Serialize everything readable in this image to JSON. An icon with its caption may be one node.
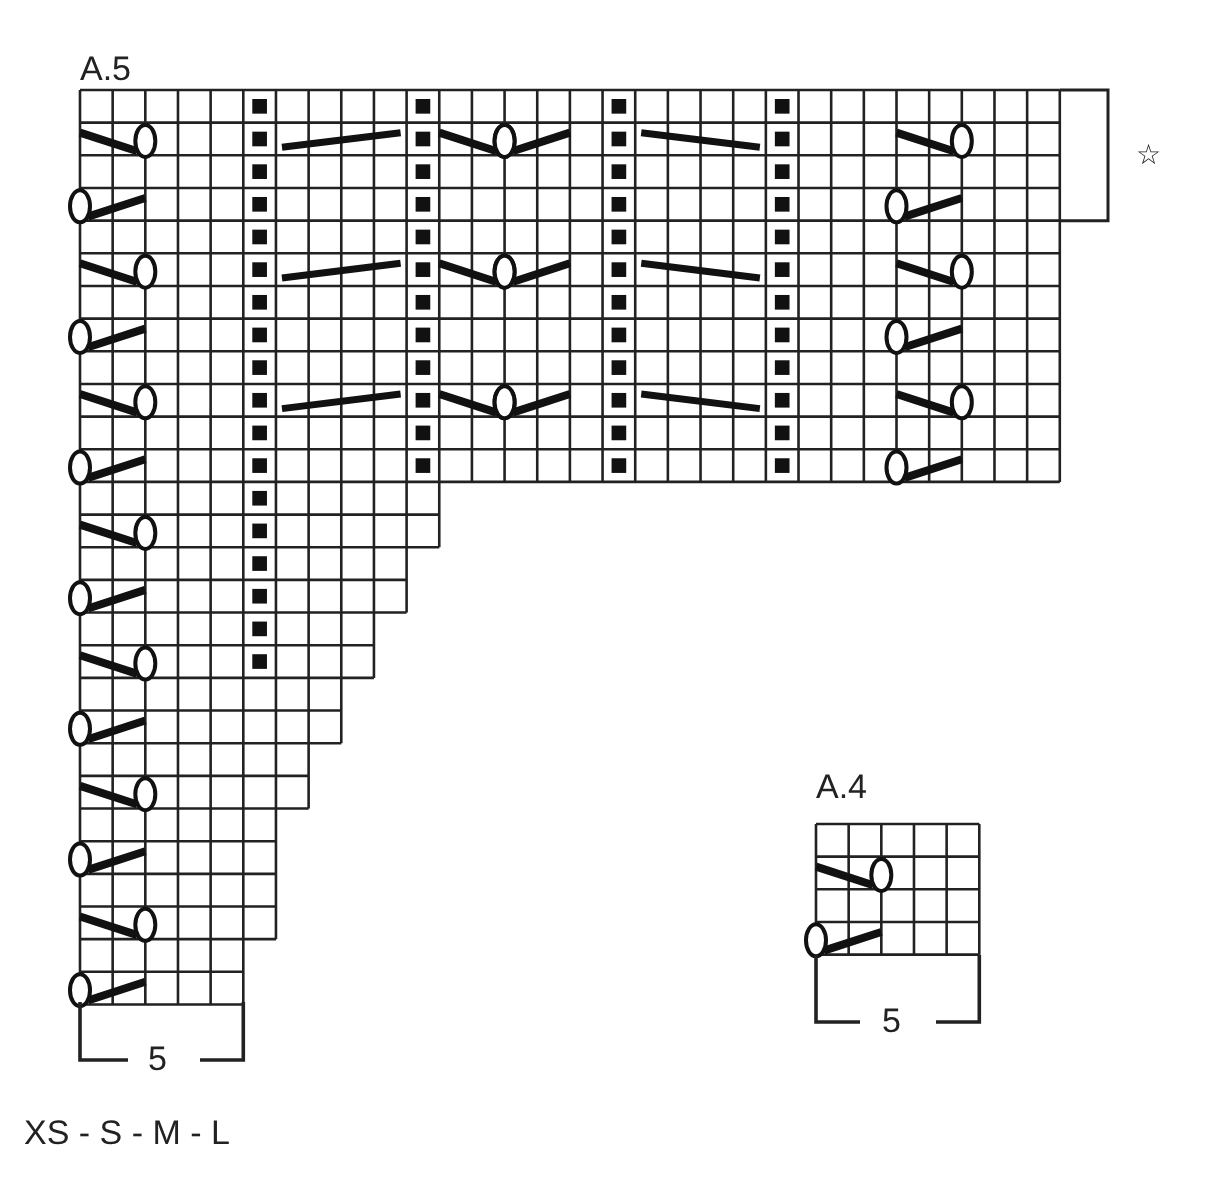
{
  "diagram": {
    "labels": [
      "A.5",
      "☆",
      "5",
      "XS - S - M - L",
      "A.4",
      "5"
    ]
  }
}
